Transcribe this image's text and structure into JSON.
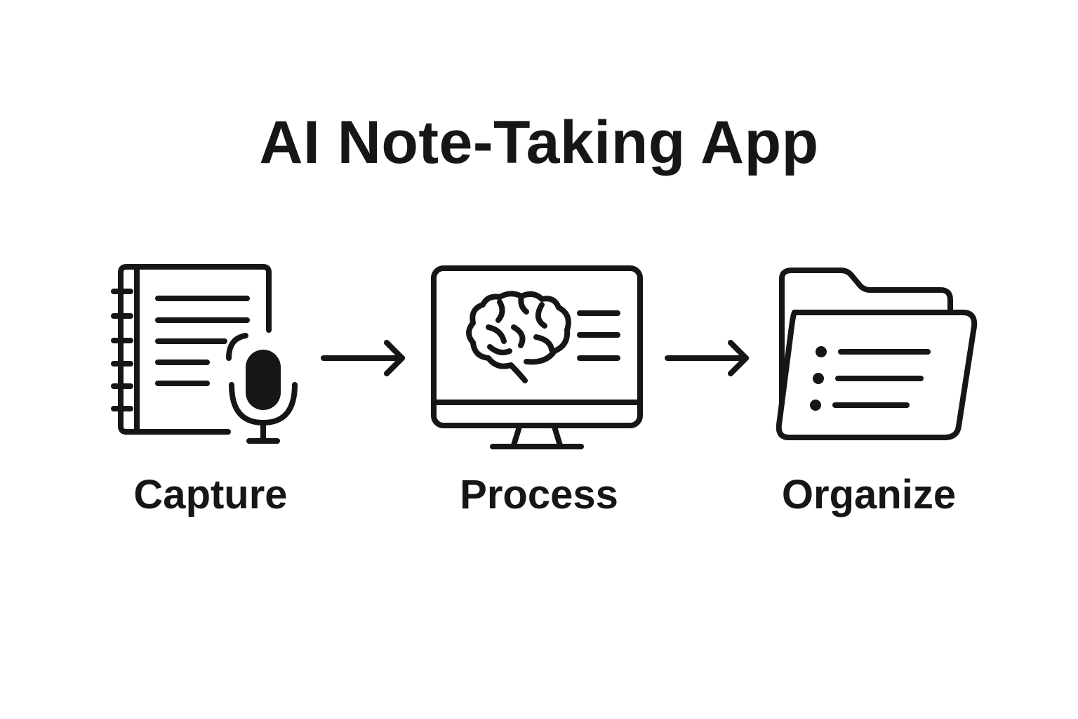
{
  "diagram": {
    "title": "AI Note-Taking App",
    "steps": [
      {
        "label": "Capture",
        "icon": "notebook-microphone-icon"
      },
      {
        "label": "Process",
        "icon": "monitor-brain-icon"
      },
      {
        "label": "Organize",
        "icon": "folder-list-icon"
      }
    ],
    "connectors": [
      "arrow-right-icon",
      "arrow-right-icon"
    ],
    "colors": {
      "ink": "#161616",
      "background": "#ffffff"
    }
  }
}
